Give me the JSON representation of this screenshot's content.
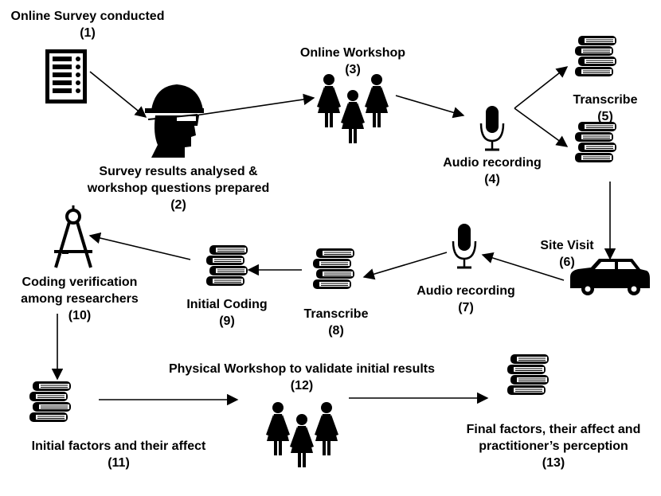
{
  "nodes": {
    "n1": {
      "lines": [
        "Online Survey conducted"
      ],
      "num": "(1)"
    },
    "n2": {
      "lines": [
        "Survey results analysed &",
        "workshop questions prepared"
      ],
      "num": "(2)"
    },
    "n3": {
      "lines": [
        "Online Workshop"
      ],
      "num": "(3)"
    },
    "n4": {
      "lines": [
        "Audio recording"
      ],
      "num": "(4)"
    },
    "n5": {
      "lines": [
        "Transcribe"
      ],
      "num": "(5)"
    },
    "n6": {
      "lines": [
        "Site Visit"
      ],
      "num": "(6)"
    },
    "n7": {
      "lines": [
        "Audio recording"
      ],
      "num": "(7)"
    },
    "n8": {
      "lines": [
        "Transcribe"
      ],
      "num": "(8)"
    },
    "n9": {
      "lines": [
        "Initial Coding"
      ],
      "num": "(9)"
    },
    "n10": {
      "lines": [
        "Coding verification",
        "among researchers"
      ],
      "num": "(10)"
    },
    "n11": {
      "lines": [
        "Initial factors and their affect"
      ],
      "num": "(11)"
    },
    "n12": {
      "lines": [
        "Physical Workshop to validate initial results"
      ],
      "num": "(12)"
    },
    "n13": {
      "lines": [
        "Final factors, their affect and",
        "practitioner’s perception"
      ],
      "num": "(13)"
    }
  },
  "icons": {
    "survey": "checklist-document-icon",
    "analyst": "hard-hat-person-icon",
    "workshop": "group-of-people-icon",
    "microphone": "microphone-icon",
    "books": "stack-of-books-icon",
    "car": "car-icon",
    "compass": "drafting-compass-icon"
  },
  "colors": {
    "ink": "#000000",
    "background": "#ffffff"
  }
}
